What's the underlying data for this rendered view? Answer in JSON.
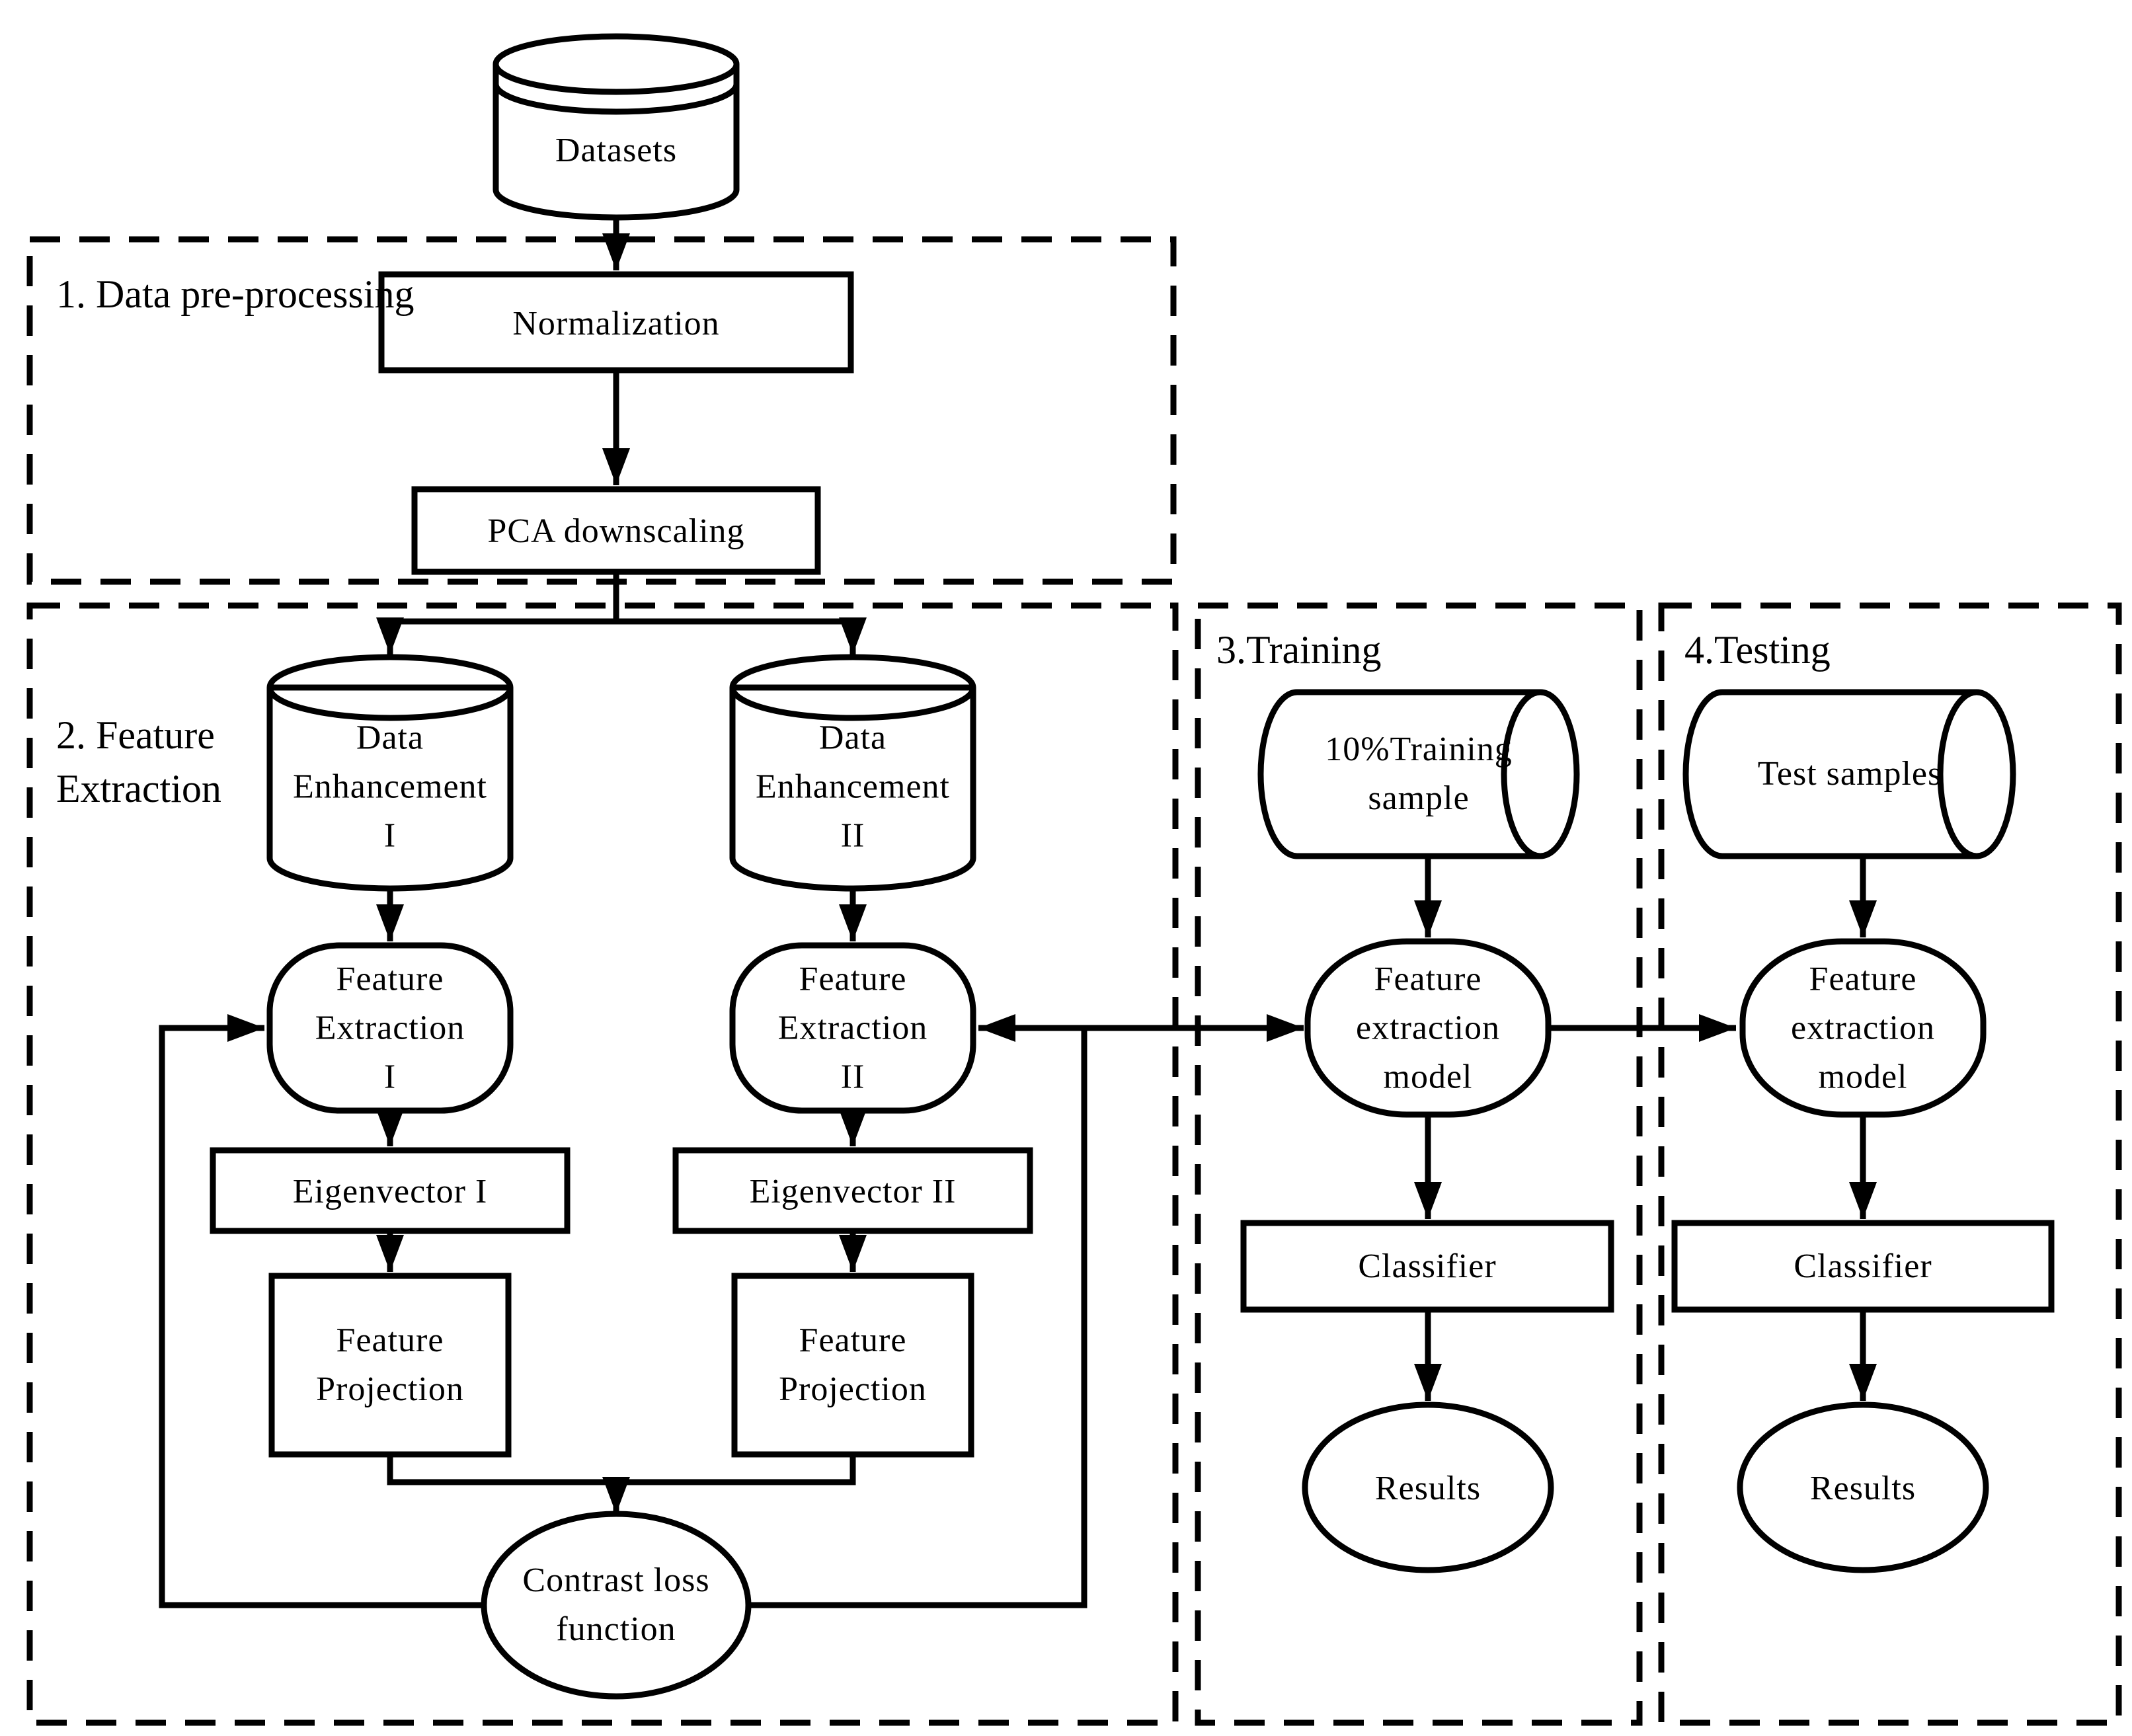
{
  "diagram": {
    "kind": "flowchart",
    "colors": {
      "stroke": "#000000",
      "background": "#ffffff"
    }
  },
  "sections": {
    "preprocessing": {
      "label": "1. Data pre-processing"
    },
    "feature_extraction": {
      "label": "2. Feature\nExtraction"
    },
    "training": {
      "label": "3.Training"
    },
    "testing": {
      "label": "4.Testing"
    }
  },
  "nodes": {
    "datasets": {
      "label": "Datasets",
      "shape": "cylinder"
    },
    "normalization": {
      "label": "Normalization",
      "shape": "rectangle"
    },
    "pca_downscaling": {
      "label": "PCA downscaling",
      "shape": "rectangle"
    },
    "data_enhancement_1": {
      "label": "Data\nEnhancement\nI",
      "shape": "cylinder"
    },
    "data_enhancement_2": {
      "label": "Data\nEnhancement\nII",
      "shape": "cylinder"
    },
    "feature_extraction_1": {
      "label": "Feature\nExtraction\nI",
      "shape": "rounded"
    },
    "feature_extraction_2": {
      "label": "Feature\nExtraction\nII",
      "shape": "rounded"
    },
    "eigenvector_1": {
      "label": "Eigenvector I",
      "shape": "rectangle"
    },
    "eigenvector_2": {
      "label": "Eigenvector II",
      "shape": "rectangle"
    },
    "feature_projection_1": {
      "label": "Feature\nProjection",
      "shape": "rectangle"
    },
    "feature_projection_2": {
      "label": "Feature\nProjection",
      "shape": "rectangle"
    },
    "contrast_loss": {
      "label": "Contrast loss\nfunction",
      "shape": "ellipse"
    },
    "training_sample": {
      "label": "10%Training\nsample",
      "shape": "horizontal-cylinder"
    },
    "training_model": {
      "label": "Feature\nextraction\nmodel",
      "shape": "rounded"
    },
    "training_classifier": {
      "label": "Classifier",
      "shape": "rectangle"
    },
    "training_results": {
      "label": "Results",
      "shape": "ellipse"
    },
    "test_samples": {
      "label": "Test samples",
      "shape": "horizontal-cylinder"
    },
    "test_model": {
      "label": "Feature\nextraction\nmodel",
      "shape": "rounded"
    },
    "test_classifier": {
      "label": "Classifier",
      "shape": "rectangle"
    },
    "test_results": {
      "label": "Results",
      "shape": "ellipse"
    }
  }
}
